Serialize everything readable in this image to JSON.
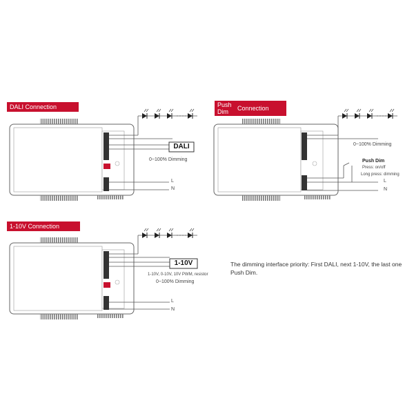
{
  "sections": {
    "dali": {
      "tag": "DALI Connection",
      "box_label": "DALI",
      "dimming": "0~100% Dimming",
      "line_l": "L",
      "line_n": "N"
    },
    "push": {
      "tag_main": "Push Dim",
      "tag_rest": "Connection",
      "dimming": "0~100% Dimming",
      "switch_title": "Push Dim",
      "switch_line1": "Press: on/off",
      "switch_line2": "Long press: dimming",
      "line_l": "L",
      "line_n": "N"
    },
    "ten_v": {
      "tag": "1-10V Connection",
      "box_label": "1-10V",
      "note": "1-10V, 0-10V, 10V PWM, resistor",
      "dimming": "0~100% Dimming",
      "line_l": "L",
      "line_n": "N"
    }
  },
  "priority_note": "The dimming interface priority: First DALI, next 1-10V, the last one Push Dim.",
  "colors": {
    "accent": "#c8102e",
    "line": "#555555"
  }
}
